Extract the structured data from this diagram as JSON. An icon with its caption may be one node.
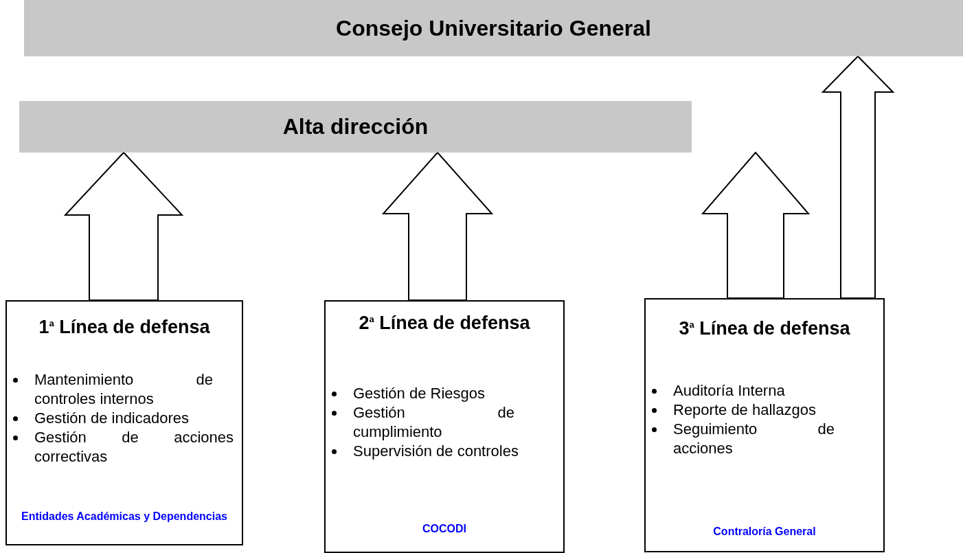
{
  "diagram": {
    "nodes": [
      {
        "text": [
          "Consejo Universitario General"
        ]
      },
      {
        "text": [
          "Alta dirección"
        ]
      },
      {
        "text": [
          "1$^{a}$ Línea de defensa",
          "Mantenimiento de controles internos",
          "Gestión de indicadores",
          "Gestión de acciones correctivas",
          "Entidades Académicas y Dependencias"
        ]
      },
      {
        "text": [
          "2$^{a}$ Línea de defensa",
          "Gestión de Riesgos",
          "Gestión de cumplimiento",
          "Supervisión de controles",
          "COCODI"
        ]
      },
      {
        "text": [
          "3$^{a}$ Línea de defensa",
          "Auditoría Interna",
          "Reporte de hallazgos",
          "Seguimiento de acciones",
          "Contraloría General"
        ]
      }
    ],
    "edges": [
      {
        "from": 2,
        "to": 1,
        "arrow": "to"
      },
      {
        "from": 3,
        "to": 1,
        "arrow": "to"
      },
      {
        "from": 4,
        "to": 1,
        "arrow": "to"
      },
      {
        "from": 4,
        "to": 0,
        "arrow": "to"
      }
    ]
  }
}
